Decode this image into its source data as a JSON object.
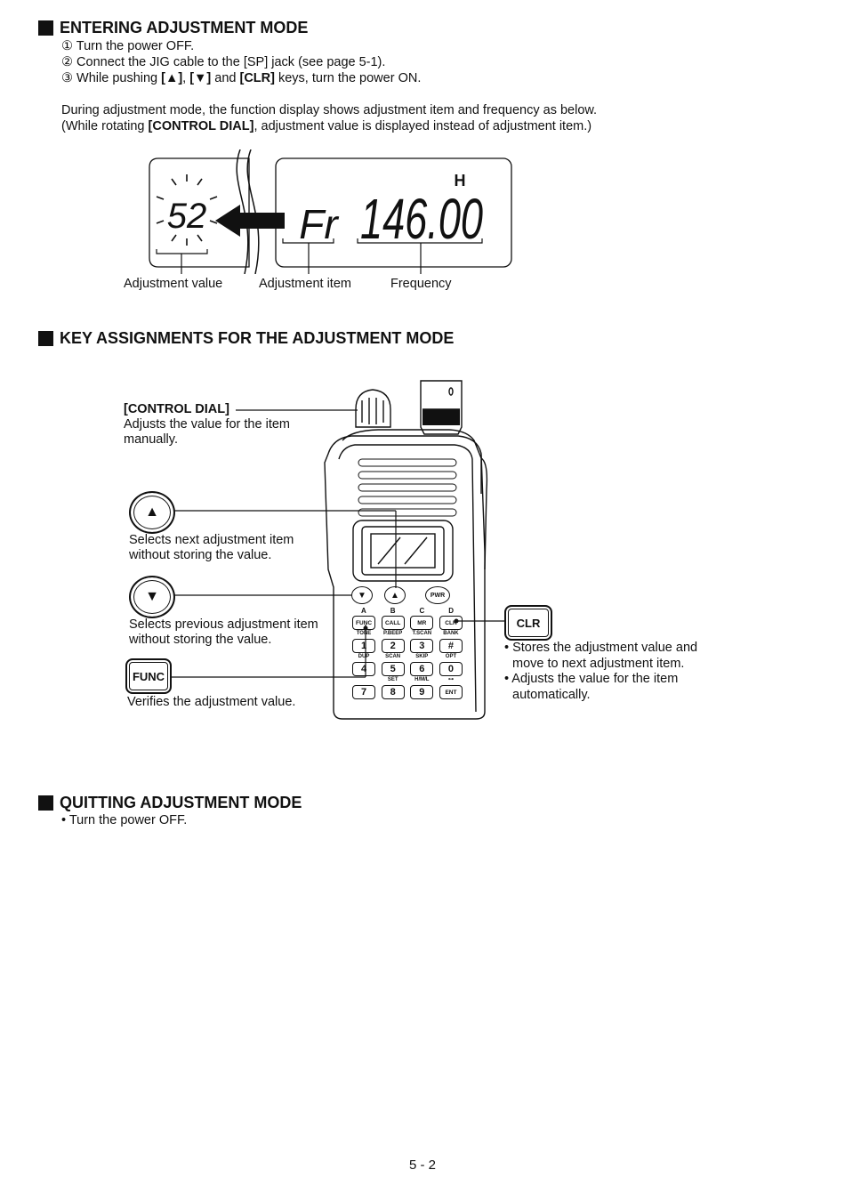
{
  "sections": {
    "entering": {
      "title": "ENTERING ADJUSTMENT MODE",
      "steps": [
        {
          "num": "①",
          "text": "Turn the power OFF."
        },
        {
          "num": "②",
          "text": "Connect the JIG cable to the [SP] jack (see page 5-1)."
        },
        {
          "num": "③",
          "pre": "While pushing ",
          "k1": "[▲]",
          "sep1": ", ",
          "k2": "[▼]",
          "sep2": " and ",
          "k3": "[CLR]",
          "post": " keys, turn the power ON."
        }
      ],
      "para1": "During adjustment mode, the function display shows adjustment item and frequency as below.",
      "para2_pre": "(While rotating ",
      "para2_bold": "[CONTROL DIAL]",
      "para2_post": ", adjustment value is displayed instead of adjustment item.)"
    },
    "keys": {
      "title": "KEY ASSIGNMENTS FOR THE ADJUSTMENT MODE"
    },
    "quitting": {
      "title": "QUITTING ADJUSTMENT MODE",
      "bullet": "• Turn the power OFF."
    }
  },
  "display": {
    "value": "52",
    "item": "Fr",
    "freq": "146.00",
    "indicator": "H",
    "label_value": "Adjustment value",
    "label_item": "Adjustment item",
    "label_freq": "Frequency"
  },
  "callouts": {
    "control_dial": {
      "title": "[CONTROL DIAL]",
      "line1": "Adjusts the value for the item",
      "line2": "manually."
    },
    "up": {
      "line1": "Selects next adjustment item",
      "line2": "without storing the value."
    },
    "down": {
      "line1": "Selects previous adjustment item",
      "line2": "without storing the value."
    },
    "func": {
      "label": "FUNC",
      "desc": "Verifies the adjustment value."
    },
    "clr": {
      "label": "CLR",
      "b1a": "• Stores the adjustment value and",
      "b1b": "move to next adjustment item.",
      "b2a": "• Adjusts the value for the item",
      "b2b": "automatically."
    }
  },
  "radio_keys": {
    "letters": [
      "A",
      "B",
      "C",
      "D"
    ],
    "pwr": "PWR",
    "row1": [
      "FUNC",
      "CALL",
      "MR",
      "CLR"
    ],
    "sub1": [
      "TONE",
      "P.BEEP",
      "T.SCAN",
      "BANK"
    ],
    "row2": [
      "1",
      "2",
      "3",
      "#"
    ],
    "sub2": [
      "DUP",
      "SCAN",
      "SKIP",
      "OPT"
    ],
    "row3": [
      "4",
      "5",
      "6",
      "0"
    ],
    "sub3": [
      "",
      "SET",
      "H/M/L",
      "⊶"
    ],
    "row4": [
      "7",
      "8",
      "9",
      "ENT"
    ]
  },
  "page_number": "5 - 2"
}
